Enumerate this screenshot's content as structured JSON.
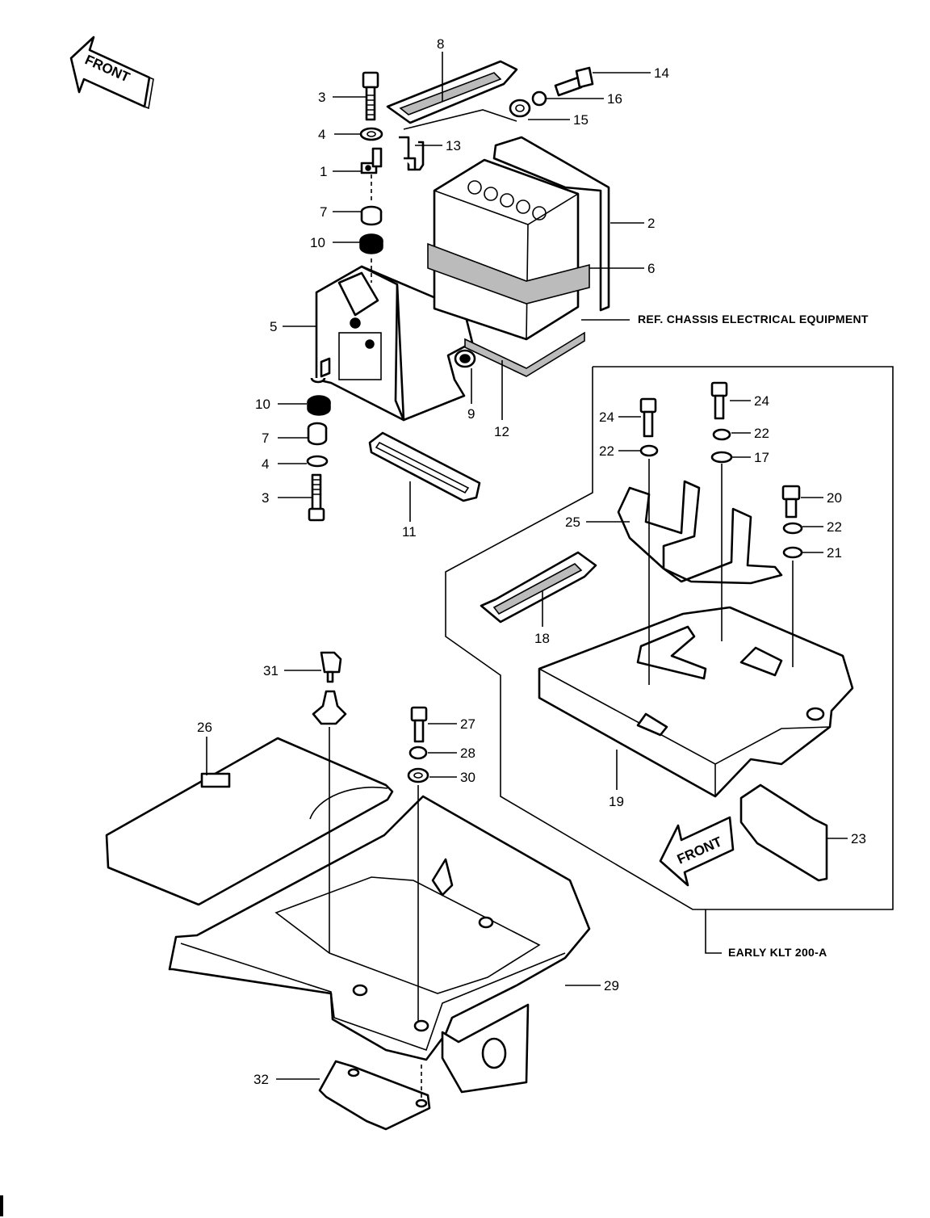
{
  "diagram": {
    "front_arrows": [
      "FRONT",
      "FRONT"
    ],
    "notes": {
      "ref_chassis": "REF. CHASSIS ELECTRICAL EQUIPMENT",
      "early_model": "EARLY KLT 200-A"
    },
    "callouts": [
      {
        "id": "c8",
        "label": "8"
      },
      {
        "id": "c14",
        "label": "14"
      },
      {
        "id": "c3a",
        "label": "3"
      },
      {
        "id": "c16",
        "label": "16"
      },
      {
        "id": "c15",
        "label": "15"
      },
      {
        "id": "c4a",
        "label": "4"
      },
      {
        "id": "c13",
        "label": "13"
      },
      {
        "id": "c1",
        "label": "1"
      },
      {
        "id": "c7a",
        "label": "7"
      },
      {
        "id": "c2",
        "label": "2"
      },
      {
        "id": "c10a",
        "label": "10"
      },
      {
        "id": "c6",
        "label": "6"
      },
      {
        "id": "c5",
        "label": "5"
      },
      {
        "id": "c10b",
        "label": "10"
      },
      {
        "id": "c9",
        "label": "9"
      },
      {
        "id": "c12",
        "label": "12"
      },
      {
        "id": "c7b",
        "label": "7"
      },
      {
        "id": "c4b",
        "label": "4"
      },
      {
        "id": "c3b",
        "label": "3"
      },
      {
        "id": "c11",
        "label": "11"
      },
      {
        "id": "c24a",
        "label": "24"
      },
      {
        "id": "c24b",
        "label": "24"
      },
      {
        "id": "c22a",
        "label": "22"
      },
      {
        "id": "c22b",
        "label": "22"
      },
      {
        "id": "c17",
        "label": "17"
      },
      {
        "id": "c20",
        "label": "20"
      },
      {
        "id": "c25",
        "label": "25"
      },
      {
        "id": "c22c",
        "label": "22"
      },
      {
        "id": "c21",
        "label": "21"
      },
      {
        "id": "c18",
        "label": "18"
      },
      {
        "id": "c31",
        "label": "31"
      },
      {
        "id": "c27",
        "label": "27"
      },
      {
        "id": "c26",
        "label": "26"
      },
      {
        "id": "c28",
        "label": "28"
      },
      {
        "id": "c30",
        "label": "30"
      },
      {
        "id": "c19",
        "label": "19"
      },
      {
        "id": "c23",
        "label": "23"
      },
      {
        "id": "c29",
        "label": "29"
      },
      {
        "id": "c32",
        "label": "32"
      }
    ]
  }
}
